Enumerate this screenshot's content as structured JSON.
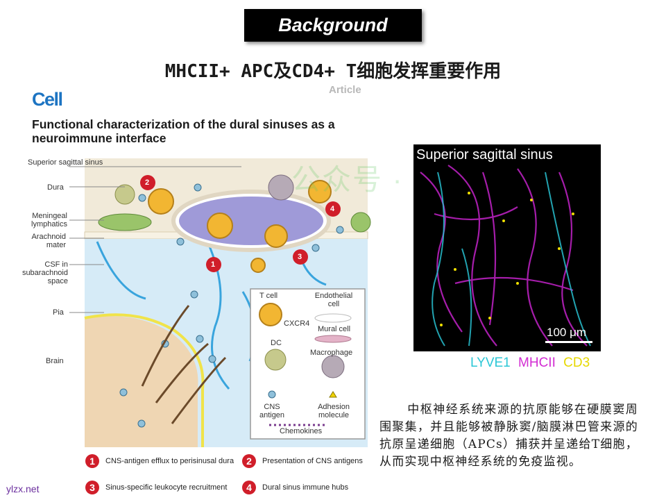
{
  "banner": {
    "title": "Background"
  },
  "slide": {
    "title": "MHCII+ APC及CD4+ T细胞发挥重要作用"
  },
  "paper": {
    "journal_logo": "Cell",
    "article_type": "Article",
    "title": "Functional characterization of the dural sinuses as a neuroimmune interface"
  },
  "figure": {
    "labels": {
      "sss": "Superior sagittal sinus",
      "dura": "Dura",
      "meningeal": "Meningeal lymphatics",
      "arachnoid": "Arachnoid mater",
      "csf": "CSF in subarachnoid space",
      "pia": "Pia",
      "brain": "Brain"
    },
    "inset": {
      "tcell": "T cell",
      "cxcr4": "CXCR4",
      "endothelial": "Endothelial cell",
      "mural": "Mural cell",
      "dc": "DC",
      "macrophage": "Macrophage",
      "cns_antigen": "CNS antigen",
      "adhesion": "Adhesion molecule",
      "chemokines": "Chemokines"
    },
    "markers": [
      "1",
      "2",
      "3",
      "4"
    ],
    "legend": [
      {
        "num": "1",
        "text": "CNS-antigen efflux to perisinusal dura"
      },
      {
        "num": "2",
        "text": "Presentation of CNS antigens"
      },
      {
        "num": "3",
        "text": "Sinus-specific leukocyte recruitment"
      },
      {
        "num": "4",
        "text": "Dural sinus immune hubs"
      }
    ]
  },
  "micrograph": {
    "title": "Superior sagittal sinus",
    "scale_bar": "100 μm",
    "channels": [
      {
        "name": "LYVE1",
        "color": "#2bc7d6"
      },
      {
        "name": "MHCII",
        "color": "#d22bd2"
      },
      {
        "name": "CD3",
        "color": "#e6d800"
      }
    ]
  },
  "description": "中枢神经系统来源的抗原能够在硬膜窦周围聚集，并且能够被静脉窦/脑膜淋巴管来源的抗原呈递细胞（APCs）捕获并呈递给T细胞，从而实现中枢神经系统的免疫监视。",
  "watermark": "公众号 · iCombo",
  "site_label": "ylzx.net",
  "colors": {
    "marker_red": "#d01e2a",
    "cell_blue": "#1d74c2",
    "site_purple": "#6b2f9e"
  }
}
